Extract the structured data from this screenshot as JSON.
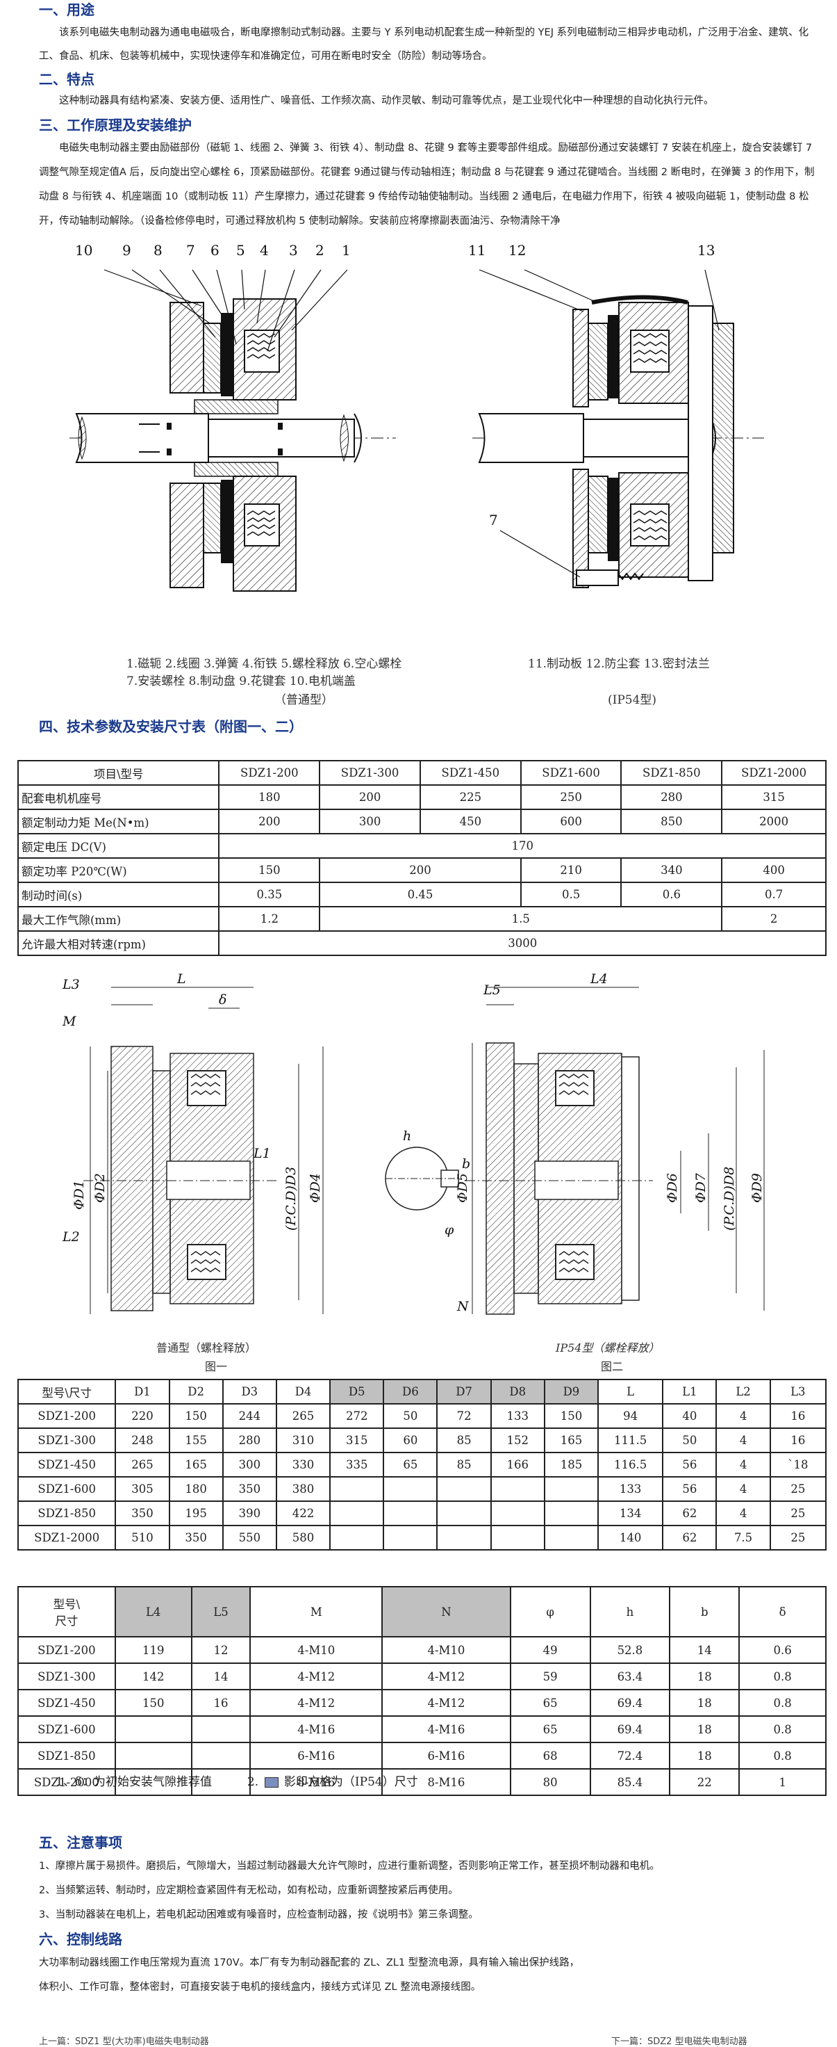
{
  "sections": {
    "s1_title": "一、用途",
    "s1_text": "该系列电磁失电制动器为通电电磁吸合，断电摩擦制动式制动器。主要与 Y 系列电动机配套生成一种新型的 YEJ 系列电磁制动三相异步电动机，广泛用于冶金、建筑、化工、食品、机床、包装等机械中，实现快速停车和准确定位，可用在断电时安全（防险）制动等场合。",
    "s2_title": "二、特点",
    "s2_text": "这种制动器具有结构紧凑、安装方便、适用性广、噪音低、工作频次高、动作灵敏、制动可靠等优点，是工业现代化中一种理想的自动化执行元件。",
    "s3_title": "三、工作原理及安装维护",
    "s3_text": "电磁失电制动器主要由励磁部份（磁轭 1、线圈 2、弹簧 3、衔铁 4）、制动盘 8、花键 9 套等主要零部件组成。励磁部份通过安装螺钉 7 安装在机座上，旋合安装螺钉 7 调整气隙至规定值A 后，反向旋出空心螺栓 6，顶紧励磁部份。花键套 9通过键与传动轴相连；制动盘 8 与花键套 9 通过花键啮合。当线圈 2 断电时，在弹簧 3 的作用下，制动盘 8 与衔铁 4、机座端面 10（或制动板 11）产生摩擦力，通过花键套 9 传给传动轴使轴制动。当线圈 2 通电后，在电磁力作用下，衔铁 4 被吸向磁轭 1，使制动盘 8 松开，传动轴制动解除。（设备检修停电时，可通过释放机构 5 使制动解除。安装前应将摩擦副表面油污、杂物清除干净",
    "s4_title": "四、技术参数及安装尺寸表（附图一、二）",
    "s5_title": "五、注意事项",
    "s5_items": [
      "1、摩擦片属于易损件。磨损后，气隙增大，当超过制动器最大允许气隙时，应进行重新调整，否则影响正常工作，甚至损坏制动器和电机。",
      "2、当频繁运转、制动时，应定期检查紧固件有无松动，如有松动，应重新调整按紧后再使用。",
      "3、当制动器装在电机上，若电机起动困难或有噪音时，应检查制动器，按《说明书》第三条调整。"
    ],
    "s6_title": "六、控制线路",
    "s6_text_1": "大功率制动器线圈工作电压常规为直流 170V。本厂有专为制动器配套的 ZL、ZL1 型整流电源，具有输入输出保护线路，",
    "s6_text_2": "体积小、工作可靠，整体密封，可直接安装于电机的接线盒内，接线方式详见 ZL 整流电源接线图。"
  },
  "fig1": {
    "left_numbers": [
      "10",
      "9",
      "8",
      "7",
      "6",
      "5",
      "4",
      "3",
      "2",
      "1"
    ],
    "right_numbers": [
      "11",
      "12",
      "13"
    ],
    "right_label_7": "7",
    "legend_left_1": "1.磁轭  2.线圈  3.弹簧  4.衔铁  5.螺栓释放  6.空心螺栓",
    "legend_left_2": "7.安装螺栓  8.制动盘  9.花键套  10.电机端盖",
    "legend_left_3": "（普通型）",
    "legend_right_1": "11.制动板  12.防尘套  13.密封法兰",
    "legend_right_2": "(IP54型)"
  },
  "fig2": {
    "left_labels": [
      "L3",
      "L",
      "M",
      "δ",
      "L1",
      "L2",
      "ΦD1",
      "ΦD2",
      "(P.C.D)D3",
      "ΦD4"
    ],
    "mid_labels": [
      "h",
      "b",
      "φ"
    ],
    "right_labels": [
      "L5",
      "L4",
      "N",
      "ΦD5",
      "ΦD6",
      "ΦD7",
      "(P.C.D)D8",
      "ΦD9"
    ],
    "cap_left_1": "普通型（螺栓释放）",
    "cap_left_2": "图一",
    "cap_right_1": "IP54型（螺栓释放）",
    "cap_right_2": "图二"
  },
  "table1": {
    "header": [
      "项目\\型号",
      "SDZ1-200",
      "SDZ1-300",
      "SDZ1-450",
      "SDZ1-600",
      "SDZ1-850",
      "SDZ1-2000"
    ],
    "row_motor": [
      "配套电机机座号",
      "180",
      "200",
      "225",
      "250",
      "280",
      "315"
    ],
    "row_torque": [
      "额定制动力矩 Me(N•m)",
      "200",
      "300",
      "450",
      "600",
      "850",
      "2000"
    ],
    "row_voltage": [
      "额定电压 DC(V)",
      "170"
    ],
    "row_power": [
      "额定功率 P20℃(W)",
      "150",
      "200",
      "210",
      "340",
      "400"
    ],
    "row_time": [
      "制动时间(s)",
      "0.35",
      "0.45",
      "0.5",
      "0.6",
      "0.7"
    ],
    "row_gap": [
      "最大工作气隙(mm)",
      "1.2",
      "1.5",
      "2"
    ],
    "row_speed": [
      "允许最大相对转速(rpm)",
      "3000"
    ]
  },
  "table2": {
    "header": [
      "型号\\尺寸",
      "D1",
      "D2",
      "D3",
      "D4",
      "D5",
      "D6",
      "D7",
      "D8",
      "D9",
      "L",
      "L1",
      "L2",
      "L3"
    ],
    "rows": [
      [
        "SDZ1-200",
        "220",
        "150",
        "244",
        "265",
        "272",
        "50",
        "72",
        "133",
        "150",
        "94",
        "40",
        "4",
        "16"
      ],
      [
        "SDZ1-300",
        "248",
        "155",
        "280",
        "310",
        "315",
        "60",
        "85",
        "152",
        "165",
        "111.5",
        "50",
        "4",
        "16"
      ],
      [
        "SDZ1-450",
        "265",
        "165",
        "300",
        "330",
        "335",
        "65",
        "85",
        "166",
        "185",
        "116.5",
        "56",
        "4",
        "`18"
      ],
      [
        "SDZ1-600",
        "305",
        "180",
        "350",
        "380",
        "",
        "",
        "",
        "",
        "",
        "133",
        "56",
        "4",
        "25"
      ],
      [
        "SDZ1-850",
        "350",
        "195",
        "390",
        "422",
        "",
        "",
        "",
        "",
        "",
        "134",
        "62",
        "4",
        "25"
      ],
      [
        "SDZ1-2000",
        "510",
        "350",
        "550",
        "580",
        "",
        "",
        "",
        "",
        "",
        "140",
        "62",
        "7.5",
        "25"
      ]
    ]
  },
  "table3": {
    "header_a": "型号\\",
    "header_b": "尺寸",
    "header": [
      "L4",
      "L5",
      "M",
      "N",
      "φ",
      "h",
      "b",
      "δ"
    ],
    "rows": [
      [
        "SDZ1-200",
        "119",
        "12",
        "4-M10",
        "4-M10",
        "49",
        "52.8",
        "14",
        "0.6"
      ],
      [
        "SDZ1-300",
        "142",
        "14",
        "4-M12",
        "4-M12",
        "59",
        "63.4",
        "18",
        "0.8"
      ],
      [
        "SDZ1-450",
        "150",
        "16",
        "4-M12",
        "4-M12",
        "65",
        "69.4",
        "18",
        "0.8"
      ],
      [
        "SDZ1-600",
        "",
        "",
        "4-M16",
        "4-M16",
        "65",
        "69.4",
        "18",
        "0.8"
      ],
      [
        "SDZ1-850",
        "",
        "",
        "6-M16",
        "6-M16",
        "68",
        "72.4",
        "18",
        "0.8"
      ],
      [
        "SDZ1-2000",
        "",
        "",
        "8-M16",
        "8-M16",
        "80",
        "85.4",
        "22",
        "1"
      ]
    ]
  },
  "notes": {
    "n1": "1、δ：为初始安装气隙推荐值",
    "n2_a": "2.",
    "n2_b": "影印方格为（IP54）尺寸"
  },
  "footer": {
    "left": "上一篇：SDZ1 型(大功率)电磁失电制动器",
    "right": "下一篇：SDZ2 型电磁失电制动器"
  }
}
